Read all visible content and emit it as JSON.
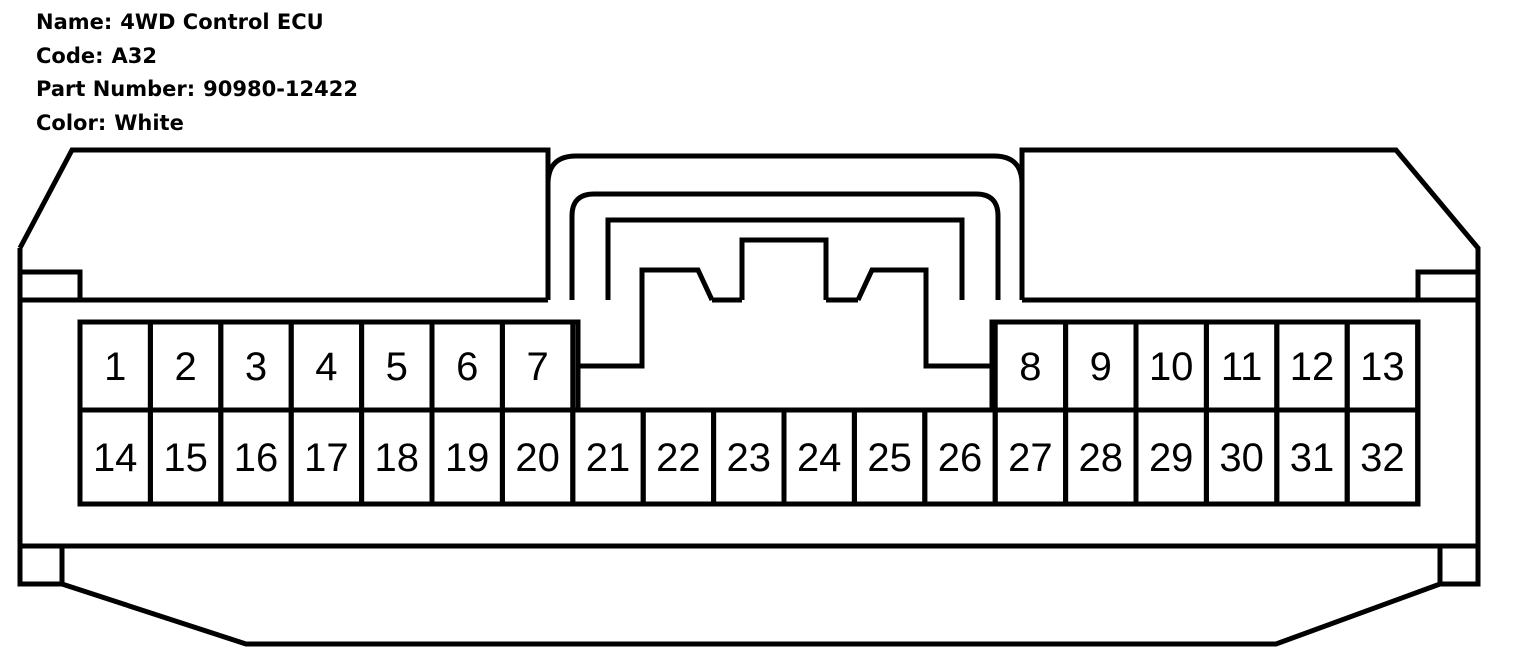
{
  "connector": {
    "name_label": "Name:",
    "name_value": "4WD Control ECU",
    "code_label": "Code:",
    "code_value": "A32",
    "part_label": "Part Number:",
    "part_value": "90980-12422",
    "color_label": "Color:",
    "color_value": "White"
  },
  "pins": {
    "top": [
      "1",
      "2",
      "3",
      "4",
      "5",
      "6",
      "7",
      "8",
      "9",
      "10",
      "11",
      "12",
      "13"
    ],
    "bottom": [
      "14",
      "15",
      "16",
      "17",
      "18",
      "19",
      "20",
      "21",
      "22",
      "23",
      "24",
      "25",
      "26",
      "27",
      "28",
      "29",
      "30",
      "31",
      "32"
    ]
  },
  "colors": {
    "stroke": "#000000",
    "background": "#ffffff"
  }
}
